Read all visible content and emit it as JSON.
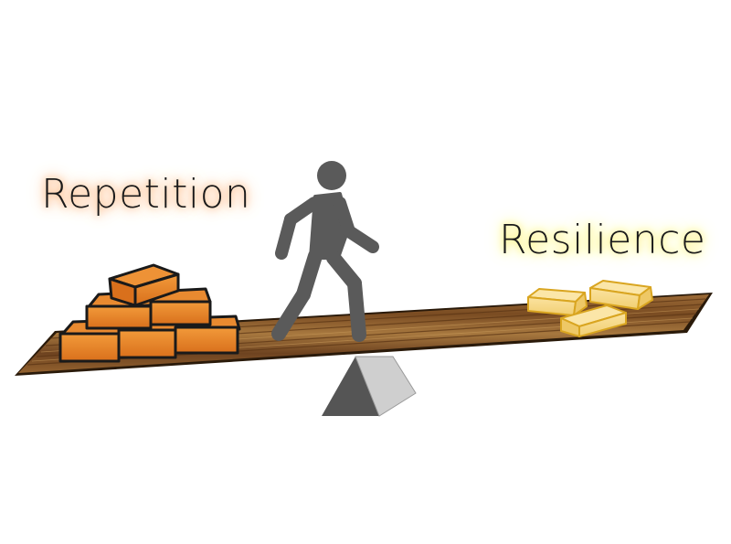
{
  "labels": {
    "left": "Repetition",
    "right": "Resilience"
  },
  "colors": {
    "left_glow": "#ffb37a",
    "right_glow": "#fff060",
    "brick_orange": "#e8862a",
    "gold_block": "#f7d98a",
    "plank_wood": "#8a5a2b",
    "figure_gray": "#5a5a5a",
    "fulcrum_dark": "#555555",
    "fulcrum_light": "#cfcfcf"
  },
  "scene": {
    "left_item": "stack-of-orange-bricks",
    "right_item": "three-gold-blocks",
    "center_figure": "walking-person-icon",
    "base": "seesaw-plank-on-triangle-fulcrum"
  }
}
